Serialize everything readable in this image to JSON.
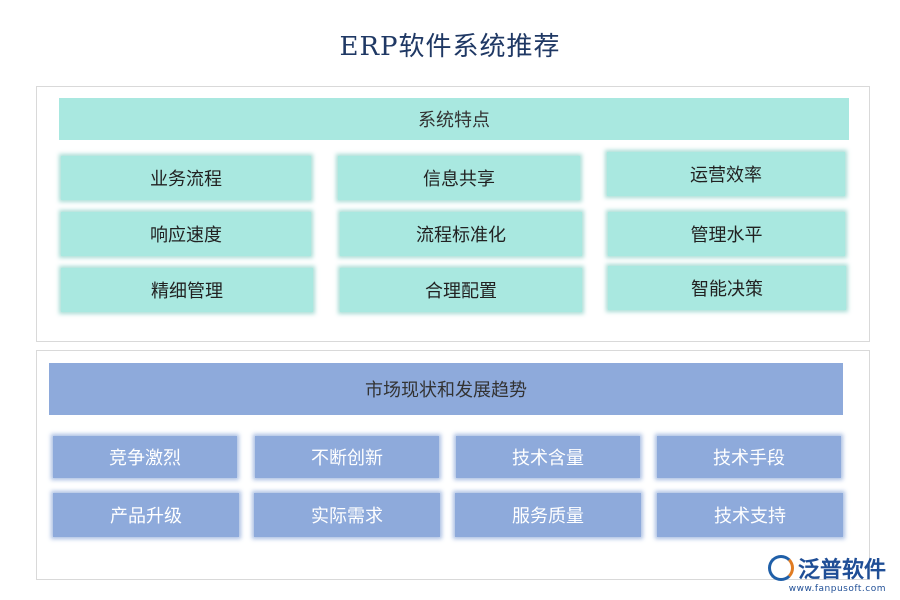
{
  "title": "ERP软件系统推荐",
  "features": {
    "heading": "系统特点",
    "items": [
      "业务流程",
      "信息共享",
      "运营效率",
      "响应速度",
      "流程标准化",
      "管理水平",
      "精细管理",
      "合理配置",
      "智能决策"
    ]
  },
  "market": {
    "heading": "市场现状和发展趋势",
    "items": [
      "竞争激烈",
      "不断创新",
      "技术含量",
      "技术手段",
      "产品升级",
      "实际需求",
      "服务质量",
      "技术支持"
    ]
  },
  "logo": {
    "name": "泛普软件",
    "url": "www.fanpusoft.com"
  },
  "colors": {
    "teal": "#a9e8e0",
    "blue": "#8eaadb",
    "title": "#1f3864"
  }
}
